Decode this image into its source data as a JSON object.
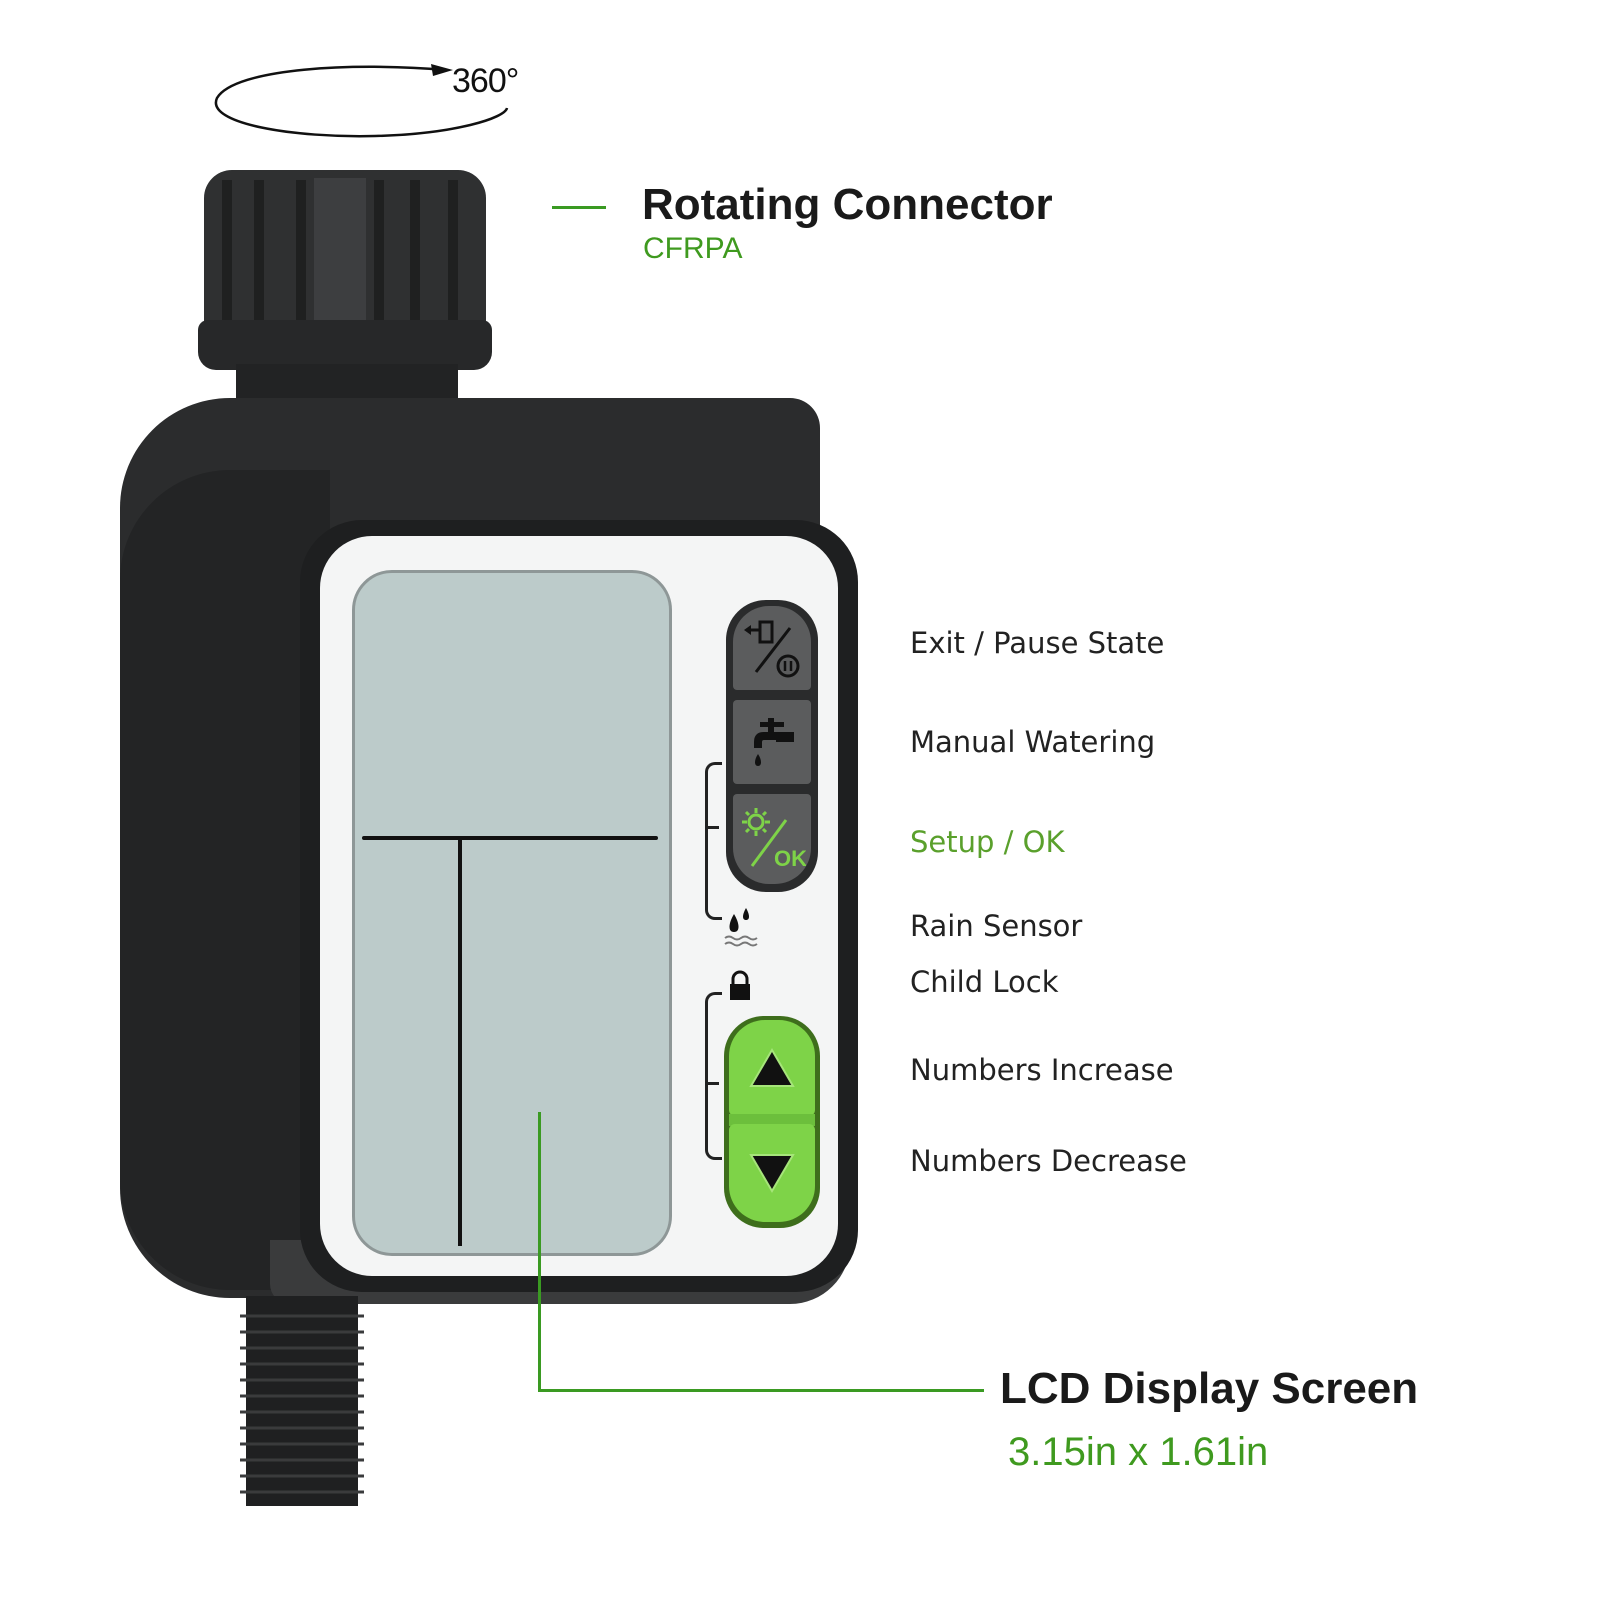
{
  "rotation": {
    "label": "360°",
    "icon": "rotate-arrow-icon"
  },
  "callouts": {
    "rotating_connector": {
      "title": "Rotating Connector",
      "subtitle": "CFRPA"
    },
    "lcd_display": {
      "title": "LCD Display Screen",
      "subtitle": "3.15in x 1.61in"
    }
  },
  "buttons": [
    {
      "id": "exit-pause",
      "label": "Exit / Pause State",
      "icon": "exit-pause-icon"
    },
    {
      "id": "manual-watering",
      "label": "Manual Watering",
      "icon": "faucet-icon"
    },
    {
      "id": "setup-ok",
      "label": "Setup / OK",
      "icon": "gear-ok-icon",
      "highlight": true
    },
    {
      "id": "increase",
      "label": "Numbers Increase",
      "icon": "triangle-up-icon"
    },
    {
      "id": "decrease",
      "label": "Numbers Decrease",
      "icon": "triangle-down-icon"
    }
  ],
  "combo_functions": [
    {
      "label": "Rain Sensor",
      "icon": "rain-sensor-icon"
    },
    {
      "label": "Child Lock",
      "icon": "lock-icon"
    }
  ],
  "ok_symbol": "OK",
  "colors": {
    "accent_green": "#5aa02c",
    "button_green": "#7ed348",
    "body_dark": "#2b2c2d",
    "lcd": "#bccbca",
    "button_gray": "#5b5c5d"
  }
}
